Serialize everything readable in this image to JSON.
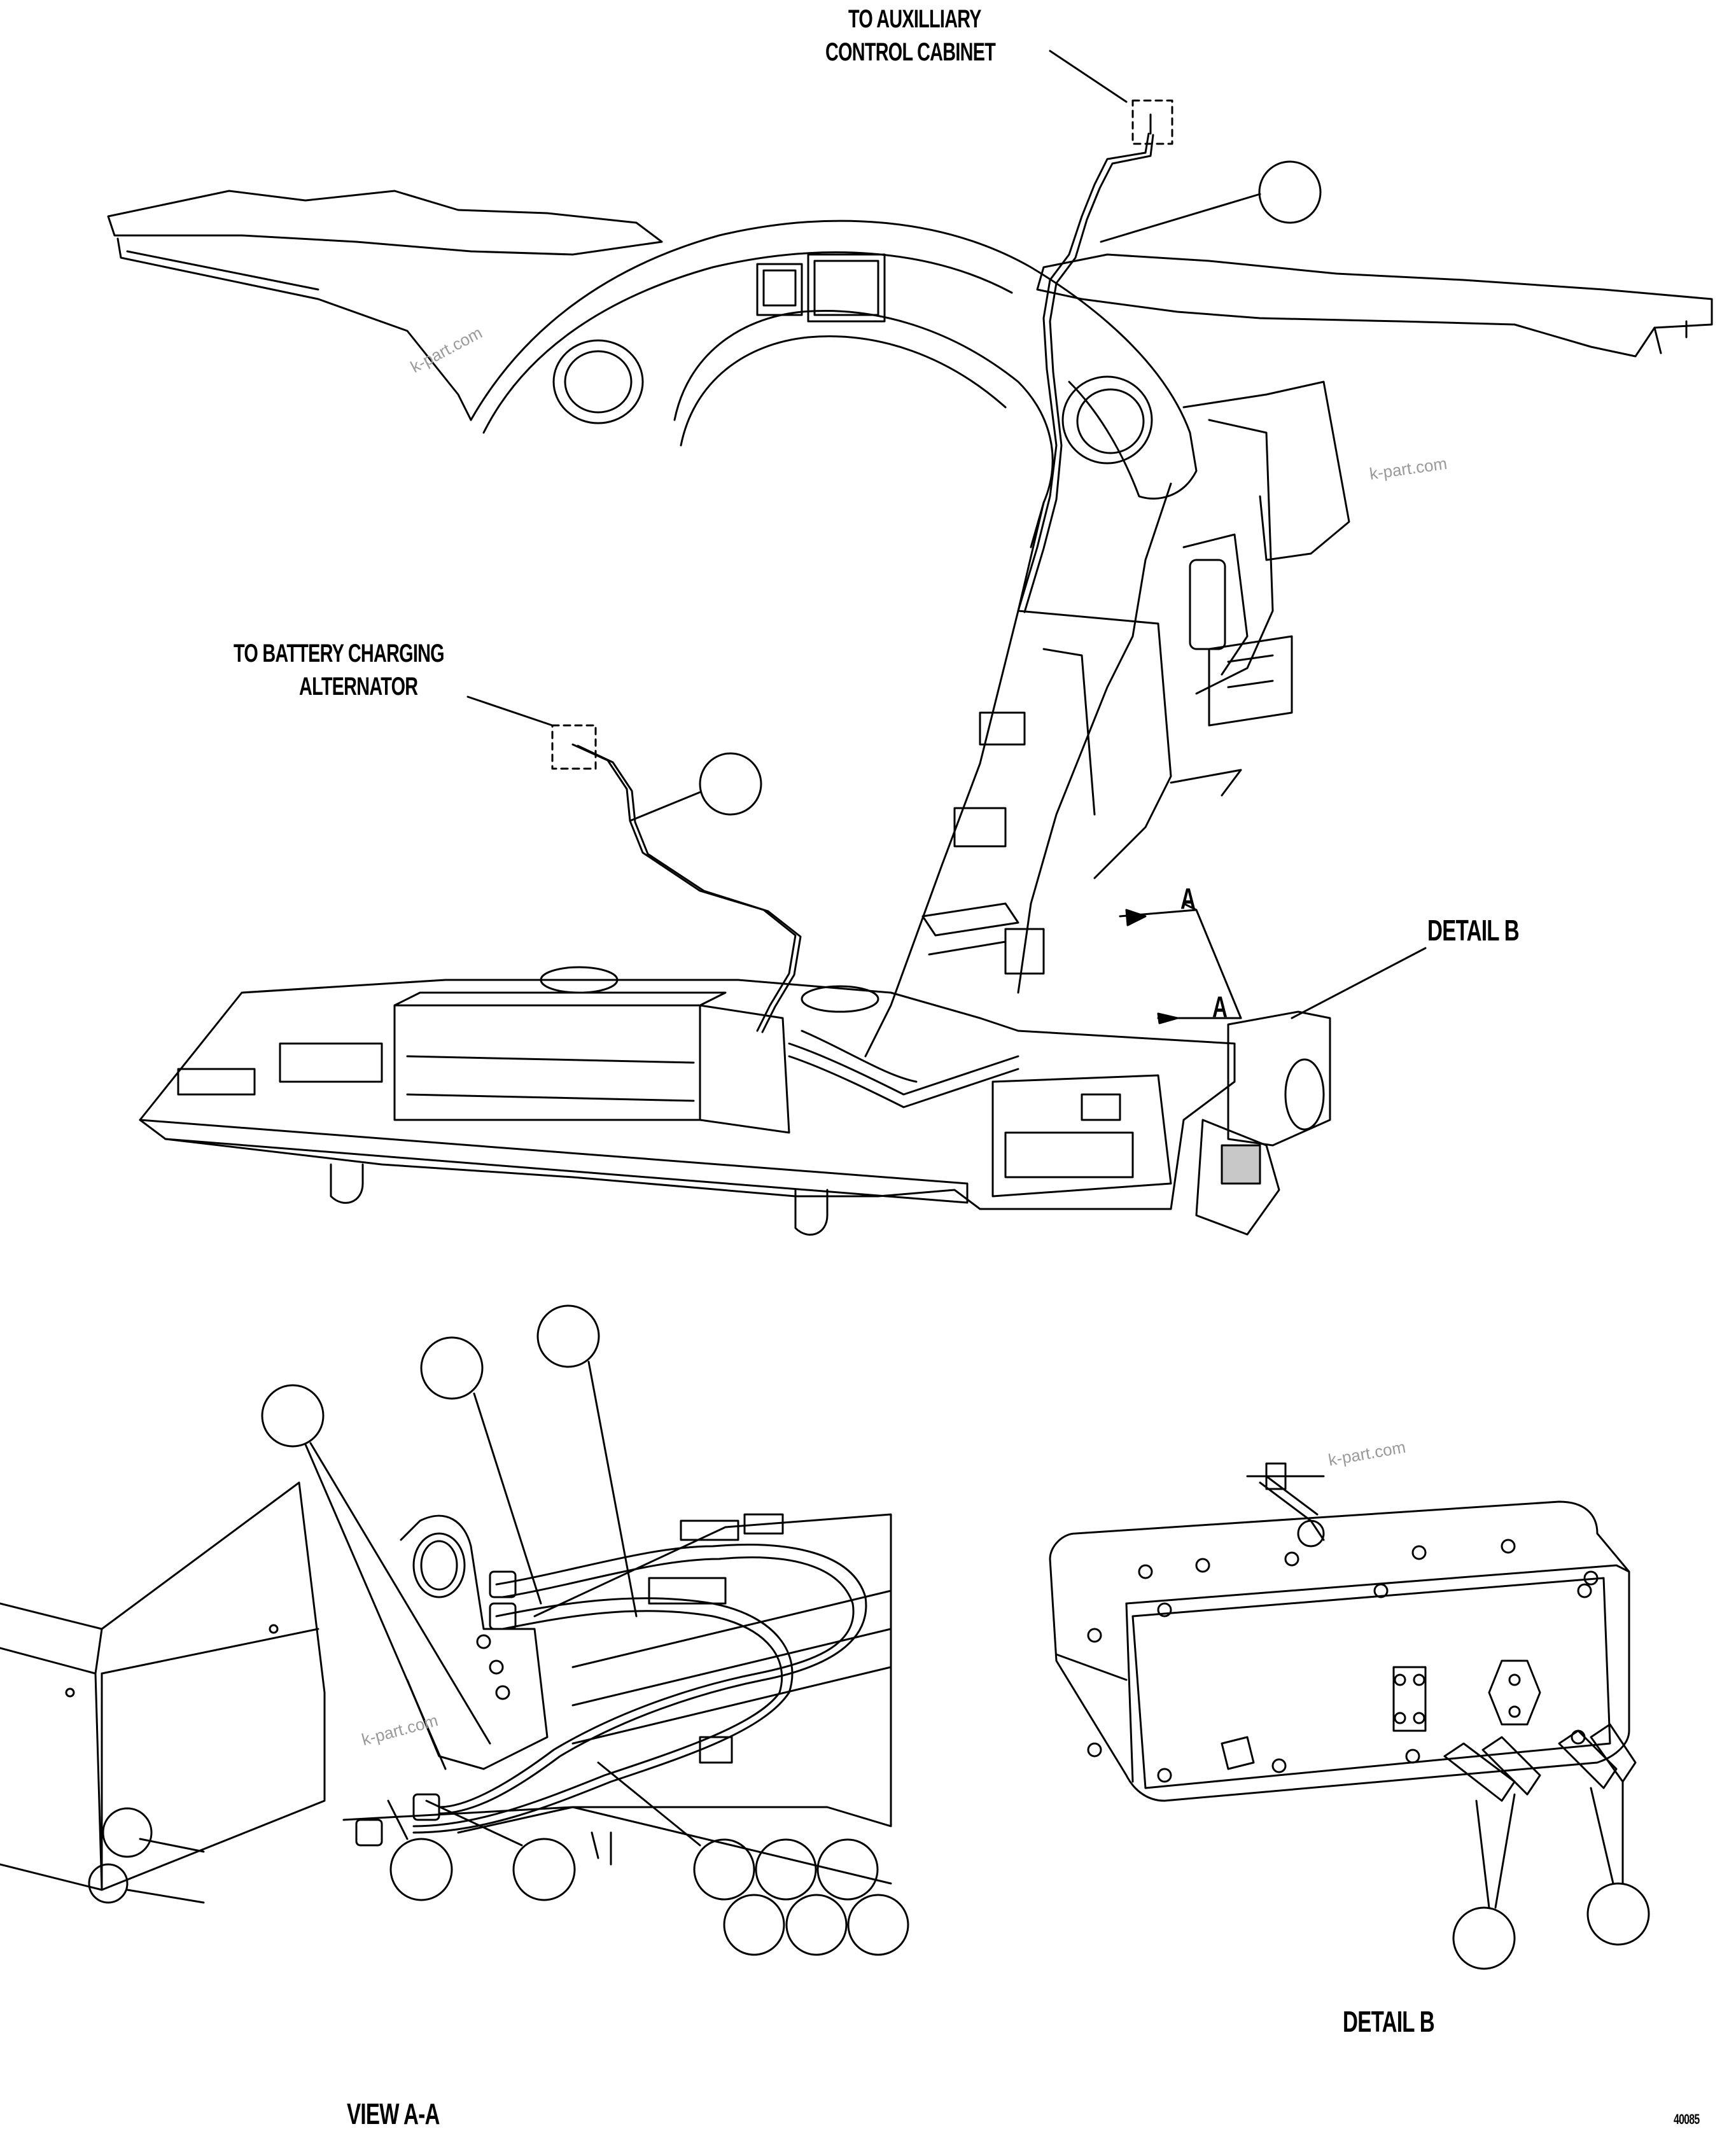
{
  "callouts": {
    "to_aux_line1": "TO AUXILLIARY",
    "to_aux_line2": "CONTROL CABINET",
    "to_batt_line1": "TO BATTERY CHARGING",
    "to_batt_line2": "ALTERNATOR",
    "view_arrow_1": "A",
    "view_arrow_2": "A",
    "detail_b_pointer": "DETAIL B"
  },
  "captions": {
    "view_a": "VIEW A-A",
    "detail_b": "DETAIL B",
    "sheet_id": "40085"
  },
  "watermarks": [
    "k-part.com",
    "k-part.com",
    "k-part.com",
    "k-part.com"
  ],
  "balloons": [
    {
      "id": "top-cable"
    },
    {
      "id": "alternator-cable"
    },
    {
      "id": "view-a-1"
    },
    {
      "id": "view-a-2"
    },
    {
      "id": "view-a-3"
    },
    {
      "id": "view-a-4"
    },
    {
      "id": "view-a-5"
    },
    {
      "id": "view-a-cluster-1"
    },
    {
      "id": "view-a-cluster-2"
    },
    {
      "id": "view-a-cluster-3"
    },
    {
      "id": "view-a-cluster-4"
    },
    {
      "id": "view-a-cluster-5"
    },
    {
      "id": "view-a-cluster-6"
    },
    {
      "id": "detail-b-1"
    },
    {
      "id": "detail-b-2"
    }
  ]
}
